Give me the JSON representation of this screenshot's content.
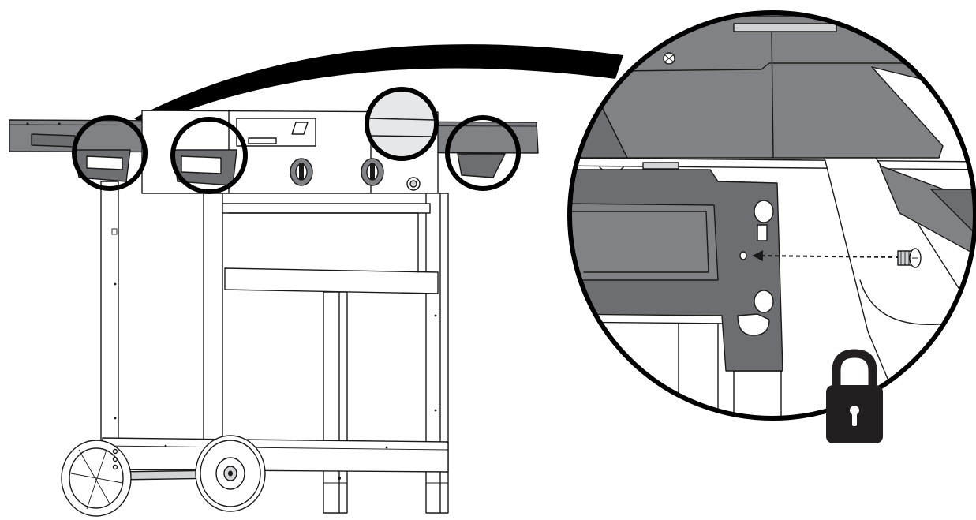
{
  "diagram": {
    "subject": "griddle-cart-assembly",
    "callouts": [
      {
        "id": "callout-left-bracket",
        "tint": false
      },
      {
        "id": "callout-inner-left-bracket",
        "tint": false
      },
      {
        "id": "callout-center-top",
        "tint": true
      },
      {
        "id": "callout-right-bracket",
        "tint": false
      }
    ],
    "detail_view": {
      "step": "insert-screw-into-bracket-hole",
      "arrow_style": "dashed",
      "lock_icon": "lock-icon"
    },
    "colors": {
      "line": "#1a1a1a",
      "shelf": "#808285",
      "bracket": "#6d6e71",
      "callout_ring": "#000000",
      "callout_tint": "#e6e7e8",
      "lock": "#231f20"
    }
  }
}
